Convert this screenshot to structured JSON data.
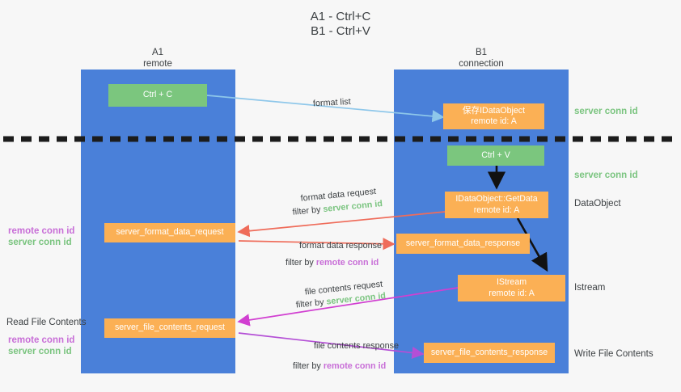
{
  "title": {
    "line1": "A1 - Ctrl+C",
    "line2": "B1 - Ctrl+V"
  },
  "lanes": [
    {
      "name": "A1",
      "sub": "remote"
    },
    {
      "name": "B1",
      "sub": "connection"
    }
  ],
  "nodes": {
    "ctrl_c": {
      "l1": "Ctrl + C",
      "l2": "",
      "color": "#7bc67e"
    },
    "save_dataobject": {
      "l1": "保存IDataObject",
      "l2": "remote id: A",
      "color": "#fbb055"
    },
    "ctrl_v": {
      "l1": "Ctrl + V",
      "l2": "",
      "color": "#7bc67e"
    },
    "getdata": {
      "l1": "IDataObject::GetData",
      "l2": "remote id: A",
      "color": "#fbb055"
    },
    "istream": {
      "l1": "IStream",
      "l2": "remote id: A",
      "color": "#fbb055"
    },
    "fmt_req": {
      "l1": "server_format_data_request",
      "l2": "",
      "color": "#fbb055"
    },
    "fmt_resp": {
      "l1": "server_format_data_response",
      "l2": "",
      "color": "#fbb055"
    },
    "file_req": {
      "l1": "server_file_contents_request",
      "l2": "",
      "color": "#fbb055"
    },
    "file_resp": {
      "l1": "server_file_contents_response",
      "l2": "",
      "color": "#fbb055"
    }
  },
  "right_annotations": [
    {
      "text": "server conn id",
      "kind": "server"
    },
    {
      "text": "server conn id",
      "kind": "server"
    },
    {
      "text": "DataObject",
      "kind": "plain"
    },
    {
      "text": "Istream",
      "kind": "plain"
    },
    {
      "text": "Write File Contents",
      "kind": "plain"
    }
  ],
  "left_annotations": {
    "group1": {
      "remote": "remote conn id",
      "server": "server conn id"
    },
    "read_file_contents": "Read File Contents",
    "group2": {
      "remote": "remote conn id",
      "server": "server conn id"
    }
  },
  "edges": [
    {
      "id": "format-list",
      "label": "format list",
      "filter_prefix": "",
      "filter_target": "",
      "color": "#8ec7ea"
    },
    {
      "id": "format-data-request",
      "label": "format data request",
      "filter_prefix": "filter by ",
      "filter_target": "server conn id",
      "filter_kind": "server",
      "color": "#ef6c5a"
    },
    {
      "id": "format-data-response",
      "label": "format data response",
      "filter_prefix": "filter by ",
      "filter_target": "remote conn id",
      "filter_kind": "remote",
      "color": "#ef6c5a"
    },
    {
      "id": "file-contents-request",
      "label": "file contents request",
      "filter_prefix": "filter by ",
      "filter_target": "server conn id",
      "filter_kind": "server",
      "color": "#d13fd1"
    },
    {
      "id": "file-contents-response",
      "label": "file contents response",
      "filter_prefix": "filter by ",
      "filter_target": "remote conn id",
      "filter_kind": "remote",
      "color": "#b44fd6"
    }
  ],
  "colors": {
    "lane": "#4a80d9",
    "green_node": "#7bc67e",
    "orange_node": "#fbb055",
    "server_conn": "#7ac47f",
    "remote_conn": "#c86ed7",
    "background": "#f7f7f7",
    "divider": "#1c1c1c"
  }
}
